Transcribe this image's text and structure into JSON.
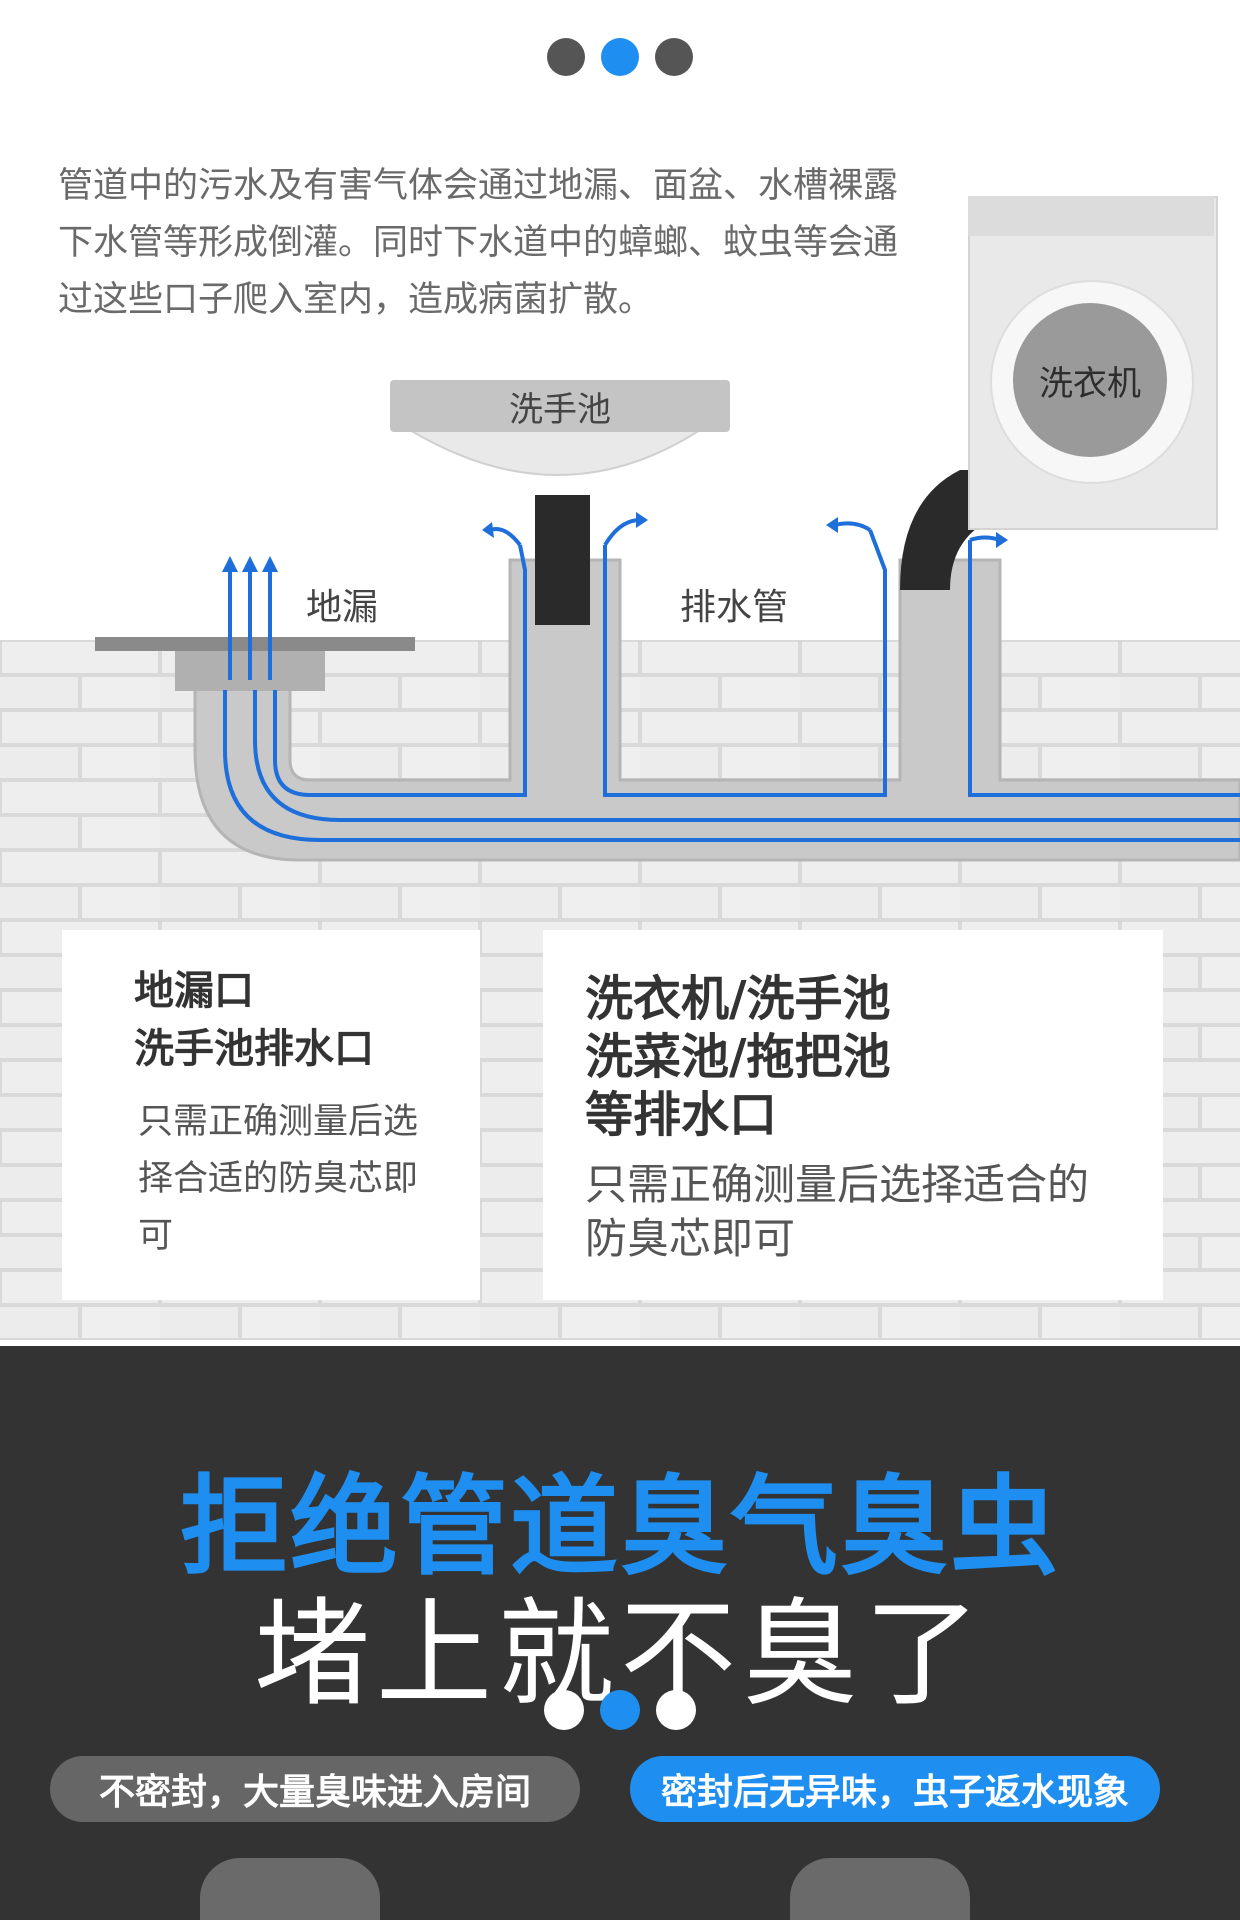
{
  "carousel_top": {
    "count": 3,
    "active": 2
  },
  "intro": {
    "text": "管道中的污水及有害气体会通过地漏、面盆、水槽裸露下水管等形成倒灌。同时下水道中的蟑螂、蚊虫等会通过这些口子爬入室内，造成病菌扩散。"
  },
  "diagram": {
    "sink_label": "洗手池",
    "washer_label": "洗衣机",
    "floor_drain_label": "地漏",
    "drain_pipe_label": "排水管"
  },
  "cards": [
    {
      "title": "地漏口\n洗手池排水口",
      "desc": "只需正确测量后选择合适的防臭芯即可"
    },
    {
      "title": "洗衣机/洗手池\n洗菜池/拖把池\n等排水口",
      "desc": "只需正确测量后选择适合的防臭芯即可"
    }
  ],
  "headline": "拒绝管道臭气臭虫",
  "subline": "堵上就不臭了",
  "carousel_bottom": {
    "count": 3,
    "active": 2
  },
  "compare": {
    "left": "不密封，大量臭味进入房间",
    "right": "密封后无异味，虫子返水现象"
  },
  "colors": {
    "accent": "#1e8ff0",
    "dark_bg": "#333333",
    "pipe_flow": "#1e6fd9"
  }
}
